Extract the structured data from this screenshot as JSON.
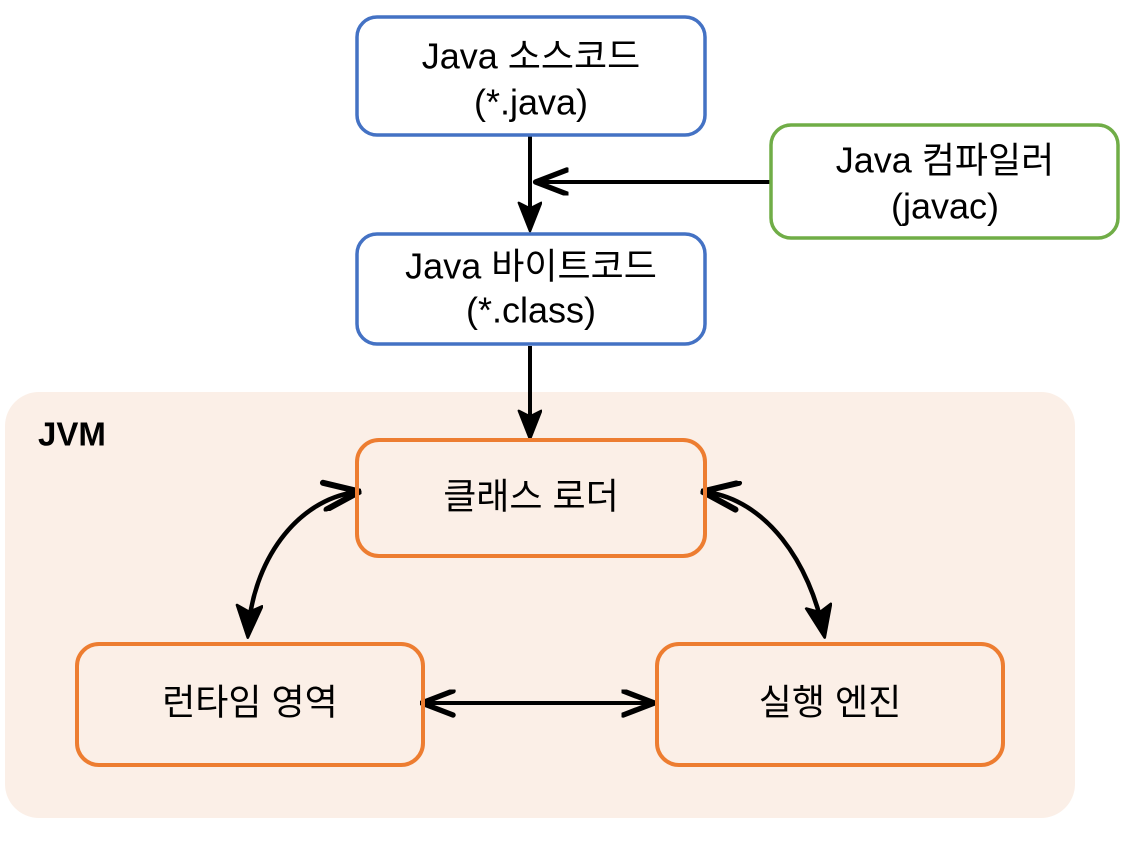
{
  "diagram": {
    "title_label": "JVM",
    "background_color": "#ffffff",
    "panel": {
      "name": "jvm-panel",
      "label": "JVM",
      "fill_color": "#FBEFE7"
    },
    "palette": {
      "blue": "#4472C4",
      "green": "#70AD47",
      "orange": "#ED7D31",
      "panel_fill": "#FBEFE7",
      "arrow": "#000000",
      "text": "#000000"
    },
    "nodes": [
      {
        "id": "java-source",
        "line1": "Java 소스코드",
        "line2": "(*.java)",
        "color": "#4472C4"
      },
      {
        "id": "java-compiler",
        "line1": "Java 컴파일러",
        "line2": "(javac)",
        "color": "#70AD47"
      },
      {
        "id": "java-bytecode",
        "line1": "Java 바이트코드",
        "line2": "(*.class)",
        "color": "#4472C4"
      },
      {
        "id": "class-loader",
        "line1": "클래스 로더",
        "line2": "",
        "color": "#ED7D31"
      },
      {
        "id": "runtime-area",
        "line1": "런타임 영역",
        "line2": "",
        "color": "#ED7D31"
      },
      {
        "id": "execution-engine",
        "line1": "실행 엔진",
        "line2": "",
        "color": "#ED7D31"
      }
    ],
    "connectors": [
      {
        "id": "source-to-bytecode",
        "from": "java-source",
        "to": "java-bytecode",
        "style": "straight-down",
        "heads": 1
      },
      {
        "id": "compiler-to-pipeline",
        "from": "java-compiler",
        "to": "source-to-bytecode",
        "style": "straight-left",
        "heads": 1
      },
      {
        "id": "bytecode-to-classloader",
        "from": "java-bytecode",
        "to": "class-loader",
        "style": "straight-down",
        "heads": 1
      },
      {
        "id": "classloader-to-runtime",
        "from": "class-loader",
        "to": "runtime-area",
        "style": "curve",
        "heads": 2
      },
      {
        "id": "classloader-to-engine",
        "from": "class-loader",
        "to": "execution-engine",
        "style": "curve",
        "heads": 2
      },
      {
        "id": "runtime-to-engine",
        "from": "runtime-area",
        "to": "execution-engine",
        "style": "straight-horizontal",
        "heads": 2
      }
    ]
  }
}
